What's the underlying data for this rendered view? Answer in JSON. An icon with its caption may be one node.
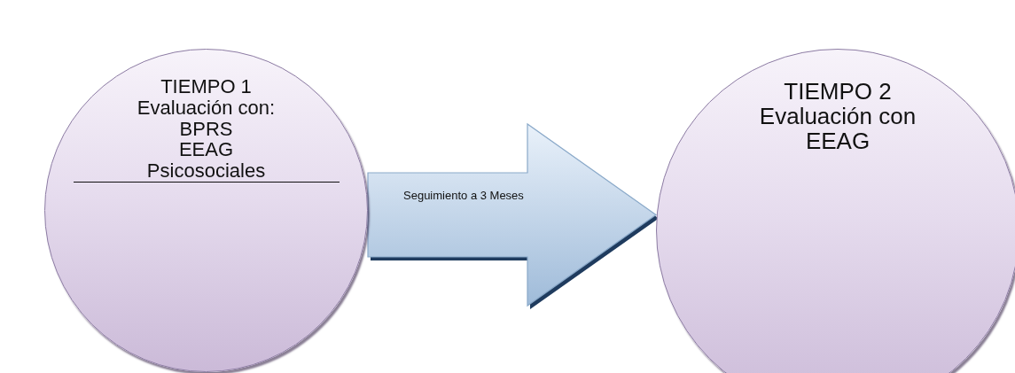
{
  "diagram": {
    "nodes": [
      {
        "text": [
          "TIEMPO 1",
          "Evaluación con:",
          "BPRS",
          "EEAG",
          "Psicosociales"
        ]
      },
      {
        "text": [
          "TIEMPO 2",
          "Evaluación con EEAG"
        ]
      }
    ],
    "edges": [
      {
        "from": 0,
        "to": 1,
        "arrow": "to",
        "label": "Seguimiento a 3 Meses"
      }
    ]
  }
}
